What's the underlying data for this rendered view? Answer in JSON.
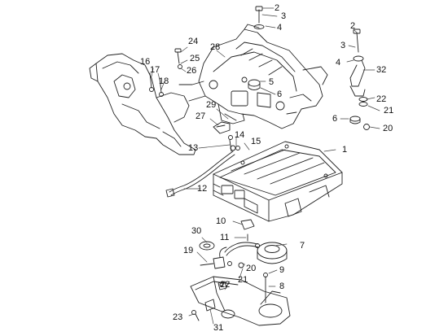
{
  "labels": {
    "p1": "1",
    "p2a": "2",
    "p2b": "2",
    "p3a": "3",
    "p3b": "3",
    "p4a": "4",
    "p4b": "4",
    "p5": "5",
    "p6a": "6",
    "p6b": "6",
    "p7": "7",
    "p8": "8",
    "p9": "9",
    "p10": "10",
    "p11": "11",
    "p12": "12",
    "p13": "13",
    "p14": "14",
    "p15": "15",
    "p16": "16",
    "p17": "17",
    "p18": "18",
    "p19": "19",
    "p20a": "20",
    "p20b": "20",
    "p21a": "21",
    "p21b": "21",
    "p22a": "22",
    "p22b": "22",
    "p23": "23",
    "p24": "24",
    "p25": "25",
    "p26": "26",
    "p27": "27",
    "p28": "28",
    "p29": "29",
    "p30": "30",
    "p31": "31",
    "p32": "32"
  },
  "colors": {
    "line": "#222222",
    "leader": "#444444",
    "text": "#111111"
  }
}
